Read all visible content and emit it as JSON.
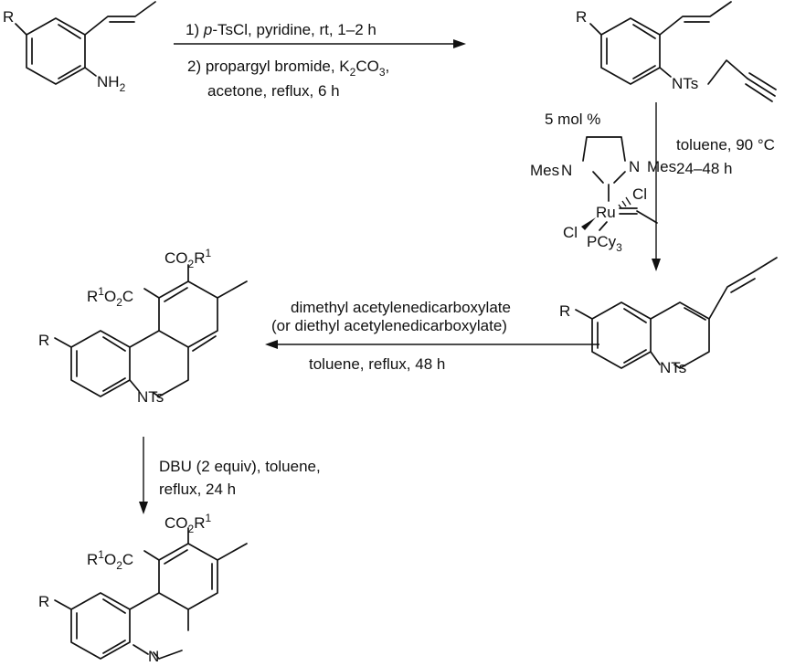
{
  "step1": {
    "line1_num": "1)",
    "line1_italic": "p",
    "line1_rest": "-TsCl, pyridine, rt, 1–2 h",
    "line2_a": "2) propargyl bromide, K",
    "line2_sub1": "2",
    "line2_b": "CO",
    "line2_sub2": "3",
    "line2_c": ",",
    "line3": "acetone, reflux, 6 h"
  },
  "step2": {
    "line1": "toluene, 90 °C",
    "line2": "24–48 h",
    "catalyst_loading": "5 mol %",
    "mes_left": "Mes",
    "n_left": "N",
    "n_right": "N",
    "mes_right": "Mes",
    "ru": "Ru",
    "cl_upper": "Cl",
    "cl_lower": "Cl",
    "pcy_a": "PCy",
    "pcy_sub": "3"
  },
  "step3": {
    "line1": "dimethyl acetylenedicarboxylate",
    "line2": "(or diethyl acetylenedicarboxylate)",
    "line3": "toluene, reflux, 48 h"
  },
  "step4": {
    "line1": "DBU (2 equiv), toluene,",
    "line2": "reflux, 24 h"
  },
  "labels": {
    "r": "R",
    "nh": "NH",
    "nh_sub": "2",
    "nts": "NTs",
    "n": "N",
    "co2r1_a": "CO",
    "co2r1_sub": "2",
    "co2r1_b": "R",
    "co2r1_sup": "1",
    "r1o2c_a": "R",
    "r1o2c_sup": "1",
    "r1o2c_b": "O",
    "r1o2c_sub": "2",
    "r1o2c_c": "C"
  }
}
